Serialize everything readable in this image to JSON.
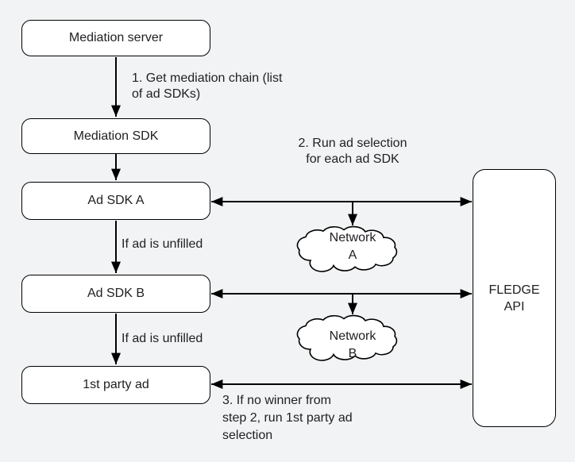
{
  "colors": {
    "background": "#f1f3f4",
    "node_fill": "#ffffff",
    "line": "#000000",
    "text": "#202124"
  },
  "nodes": {
    "mediation_server": "Mediation server",
    "mediation_sdk": "Mediation SDK",
    "ad_sdk_a": "Ad SDK A",
    "ad_sdk_b": "Ad SDK B",
    "first_party_ad": "1st party ad",
    "fledge_api": "FLEDGE\nAPI",
    "network_a": "Network\nA",
    "network_b": "Network\nB"
  },
  "annotations": {
    "step1": "1. Get mediation chain (list\nof ad SDKs)",
    "step2": "2. Run ad selection\nfor each ad SDK",
    "if_ad_unfilled_a": "If ad is unfilled",
    "if_ad_unfilled_b": "If ad is unfilled",
    "step3": "3. If no winner from\nstep 2, run 1st party ad\nselection"
  }
}
